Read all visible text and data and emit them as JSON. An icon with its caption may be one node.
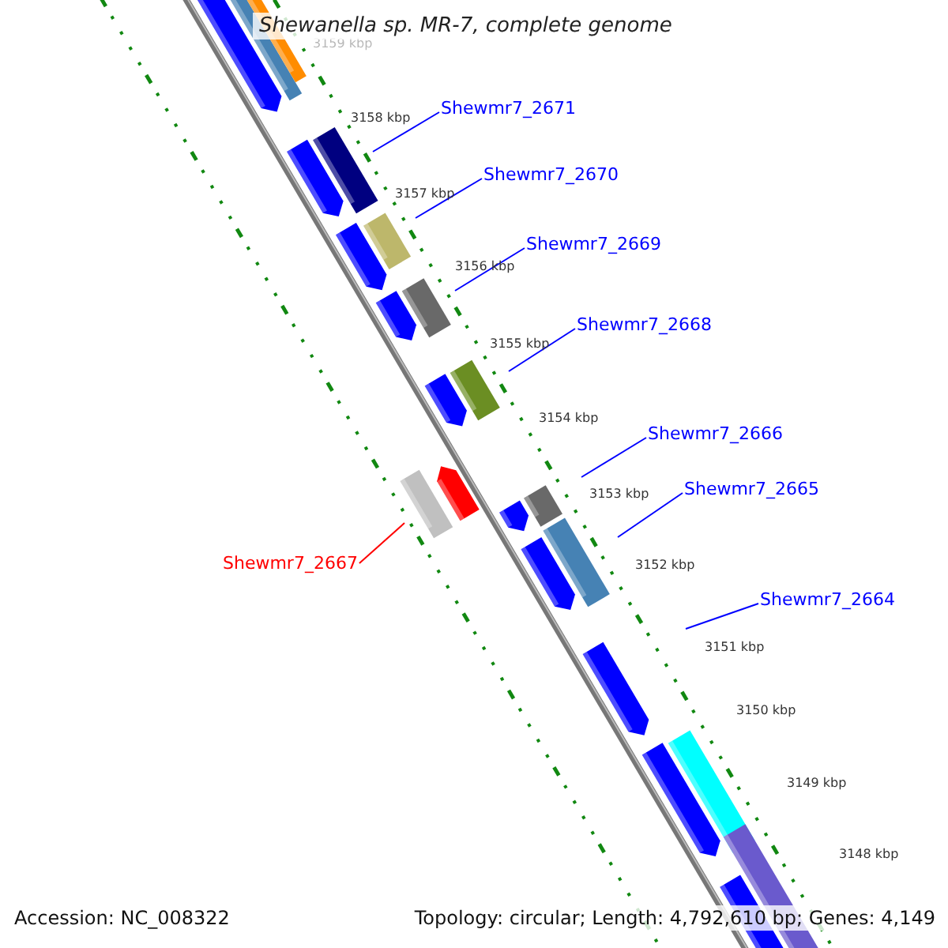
{
  "diagram": {
    "title": "Shewanella sp. MR-7, complete genome",
    "nodes": [
      {
        "text": [
          "Shewmr7_2671"
        ]
      },
      {
        "text": [
          "Shewmr7_2670"
        ]
      },
      {
        "text": [
          "Shewmr7_2669"
        ]
      },
      {
        "text": [
          "Shewmr7_2668"
        ]
      },
      {
        "text": [
          "Shewmr7_2666"
        ]
      },
      {
        "text": [
          "Shewmr7_2665"
        ]
      },
      {
        "text": [
          "Shewmr7_2667"
        ]
      },
      {
        "text": [
          "Shewmr7_2664"
        ]
      }
    ],
    "edges": [
      {
        "from": 0,
        "to": null,
        "arrow": "none"
      },
      {
        "from": 1,
        "to": null,
        "arrow": "none"
      },
      {
        "from": 2,
        "to": null,
        "arrow": "none"
      },
      {
        "from": 3,
        "to": null,
        "arrow": "none"
      },
      {
        "from": 4,
        "to": null,
        "arrow": "none"
      },
      {
        "from": 5,
        "to": null,
        "arrow": "none"
      },
      {
        "from": 6,
        "to": null,
        "arrow": "none",
        "color": "#ff0000"
      },
      {
        "from": 7,
        "to": null,
        "arrow": "none"
      }
    ],
    "labels": [
      "3159 kbp",
      "3158 kbp",
      "3157 kbp",
      "3156 kbp",
      "3155 kbp",
      "3154 kbp",
      "3153 kbp",
      "3152 kbp",
      "3151 kbp",
      "3150 kbp",
      "3149 kbp",
      "3148 kbp",
      "Accession: NC_008322",
      "Topology: circular; Length: 4,792,610 bp; Genes: 4,149"
    ]
  }
}
